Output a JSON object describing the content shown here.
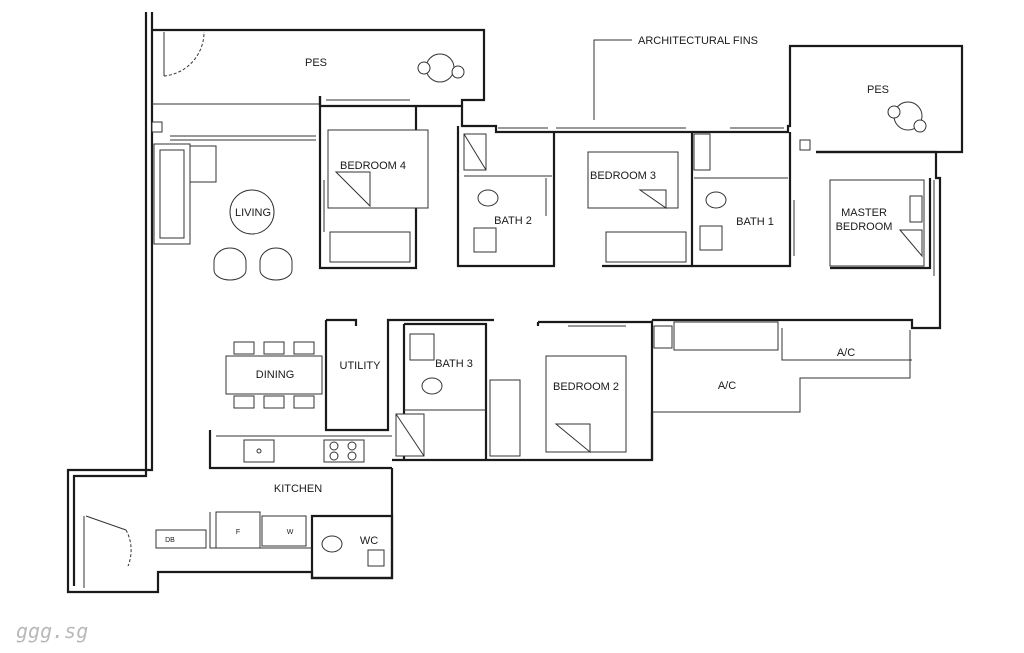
{
  "rooms": {
    "pes_top": "PES",
    "pes_right": "PES",
    "architectural_fins": "ARCHITECTURAL FINS",
    "bedroom4": "BEDROOM 4",
    "bedroom3": "BEDROOM 3",
    "bedroom2": "BEDROOM 2",
    "master_bedroom_line1": "MASTER",
    "master_bedroom_line2": "BEDROOM",
    "living": "LIVING",
    "bath1": "BATH 1",
    "bath2": "BATH 2",
    "bath3": "BATH 3",
    "dining": "DINING",
    "utility": "UTILITY",
    "ac_upper": "A/C",
    "ac_lower": "A/C",
    "kitchen": "KITCHEN",
    "wc": "WC",
    "db": "DB",
    "fridge": "F",
    "washer": "W"
  },
  "watermark": "ggg.sg"
}
